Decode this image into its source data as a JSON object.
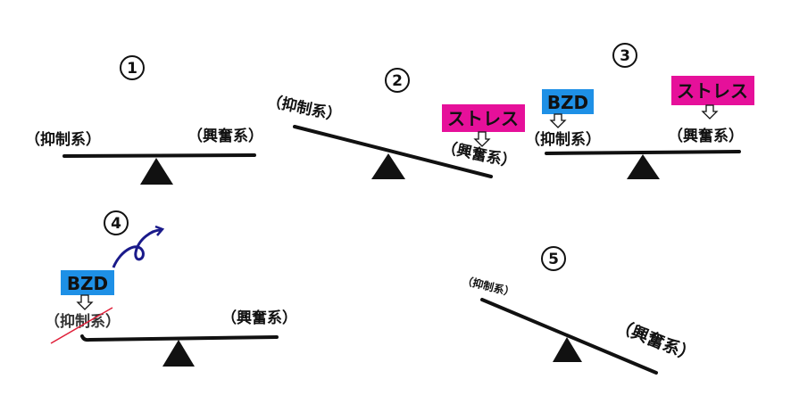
{
  "panels": [
    {
      "number": "1",
      "inhibitory_label": "（抑制系）",
      "excitatory_label": "（興奮系）",
      "state": "balanced"
    },
    {
      "number": "2",
      "inhibitory_label": "（抑制系）",
      "excitatory_label": "（興奮系）",
      "stress_label": "ストレス",
      "state": "tilted-excitatory"
    },
    {
      "number": "3",
      "inhibitory_label": "（抑制系）",
      "excitatory_label": "（興奮系）",
      "bzd_label": "BZD",
      "stress_label": "ストレス",
      "state": "balanced"
    },
    {
      "number": "4",
      "inhibitory_label": "（抑制系）",
      "excitatory_label": "（興奮系）",
      "bzd_label": "BZD",
      "state": "balanced-inhibitory-crossed"
    },
    {
      "number": "5",
      "inhibitory_label": "（抑制系）",
      "excitatory_label": "（興奮系）",
      "state": "tilted-excitatory"
    }
  ],
  "colors": {
    "bzd_box": "#1e90e6",
    "stress_box": "#e6109a",
    "strike": "#e0203a",
    "curl_arrow": "#1a1a8a"
  }
}
